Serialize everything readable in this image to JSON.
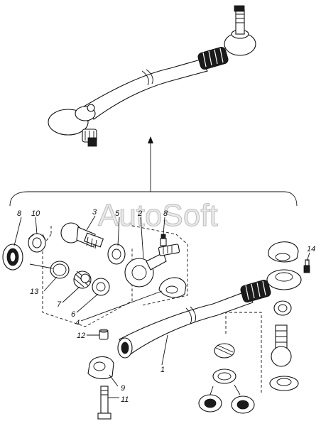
{
  "watermark": "AutoSoft",
  "callouts": [
    {
      "id": "8",
      "label": "8"
    },
    {
      "id": "10",
      "label": "10"
    },
    {
      "id": "3",
      "label": "3"
    },
    {
      "id": "5",
      "label": "5"
    },
    {
      "id": "2",
      "label": "2"
    },
    {
      "id": "8b",
      "label": "8"
    },
    {
      "id": "14",
      "label": "14"
    },
    {
      "id": "13",
      "label": "13"
    },
    {
      "id": "7",
      "label": "7"
    },
    {
      "id": "6",
      "label": "6"
    },
    {
      "id": "4",
      "label": "4"
    },
    {
      "id": "12",
      "label": "12"
    },
    {
      "id": "1",
      "label": "1"
    },
    {
      "id": "9",
      "label": "9"
    },
    {
      "id": "11",
      "label": "11"
    }
  ]
}
